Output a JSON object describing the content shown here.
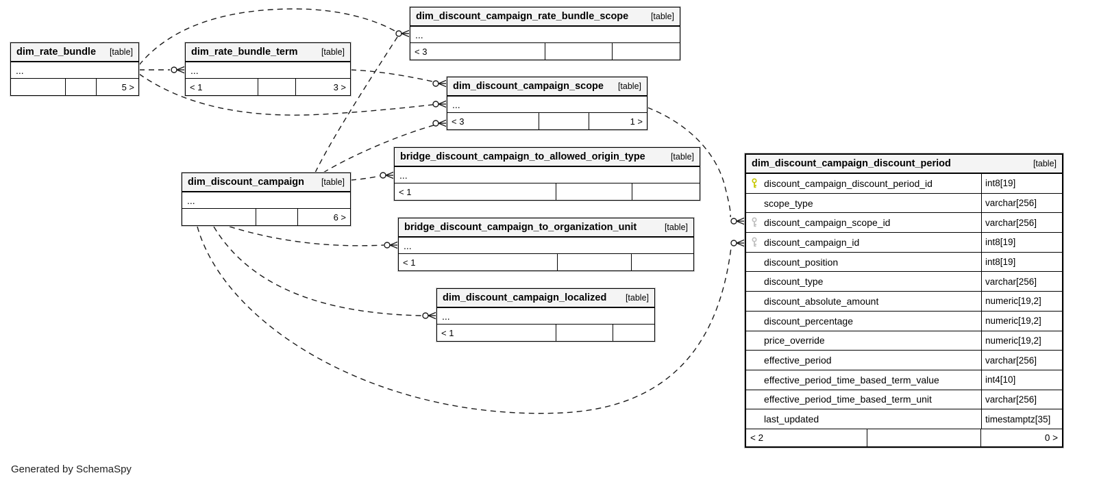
{
  "diagram": {
    "credit": "Generated by SchemaSpy"
  },
  "colors": {
    "pk_key": "#c6c600",
    "fk_key": "#bfbfbf",
    "header_bg": "#f4f4f4",
    "line": "#1a1a1a"
  },
  "icons": {
    "key_primary": "key-icon",
    "key_foreign": "key-icon",
    "crow_foot": "crow-foot-zero-or-many"
  },
  "tables": {
    "rate_bundle": {
      "title": "dim_rate_bundle",
      "tag": "[table]",
      "ellipsis": "...",
      "footer": [
        "",
        "",
        "5 >"
      ]
    },
    "rate_bundle_term": {
      "title": "dim_rate_bundle_term",
      "tag": "[table]",
      "ellipsis": "...",
      "footer": [
        "< 1",
        "",
        "3 >"
      ]
    },
    "rate_bundle_scope": {
      "title": "dim_discount_campaign_rate_bundle_scope",
      "tag": "[table]",
      "ellipsis": "...",
      "footer": [
        "< 3",
        "",
        ""
      ]
    },
    "campaign_scope": {
      "title": "dim_discount_campaign_scope",
      "tag": "[table]",
      "ellipsis": "...",
      "footer": [
        "< 3",
        "",
        "1 >"
      ]
    },
    "campaign": {
      "title": "dim_discount_campaign",
      "tag": "[table]",
      "ellipsis": "...",
      "footer": [
        "",
        "",
        "6 >"
      ]
    },
    "allowed_origin": {
      "title": "bridge_discount_campaign_to_allowed_origin_type",
      "tag": "[table]",
      "ellipsis": "...",
      "footer": [
        "< 1",
        "",
        ""
      ]
    },
    "organization_unit": {
      "title": "bridge_discount_campaign_to_organization_unit",
      "tag": "[table]",
      "ellipsis": "...",
      "footer": [
        "< 1",
        "",
        ""
      ]
    },
    "localized": {
      "title": "dim_discount_campaign_localized",
      "tag": "[table]",
      "ellipsis": "...",
      "footer": [
        "< 1",
        "",
        ""
      ]
    }
  },
  "main": {
    "title": "dim_discount_campaign_discount_period",
    "tag": "[table]",
    "columns": [
      {
        "name": "discount_campaign_discount_period_id",
        "type": "int8[19]",
        "key": "pk"
      },
      {
        "name": "scope_type",
        "type": "varchar[256]",
        "key": ""
      },
      {
        "name": "discount_campaign_scope_id",
        "type": "varchar[256]",
        "key": "fk"
      },
      {
        "name": "discount_campaign_id",
        "type": "int8[19]",
        "key": "fk"
      },
      {
        "name": "discount_position",
        "type": "int8[19]",
        "key": ""
      },
      {
        "name": "discount_type",
        "type": "varchar[256]",
        "key": ""
      },
      {
        "name": "discount_absolute_amount",
        "type": "numeric[19,2]",
        "key": ""
      },
      {
        "name": "discount_percentage",
        "type": "numeric[19,2]",
        "key": ""
      },
      {
        "name": "price_override",
        "type": "numeric[19,2]",
        "key": ""
      },
      {
        "name": "effective_period",
        "type": "varchar[256]",
        "key": ""
      },
      {
        "name": "effective_period_time_based_term_value",
        "type": "int4[10]",
        "key": ""
      },
      {
        "name": "effective_period_time_based_term_unit",
        "type": "varchar[256]",
        "key": ""
      },
      {
        "name": "last_updated",
        "type": "timestamptz[35]",
        "key": ""
      }
    ],
    "footer": [
      "< 2",
      "",
      "0 >"
    ]
  }
}
